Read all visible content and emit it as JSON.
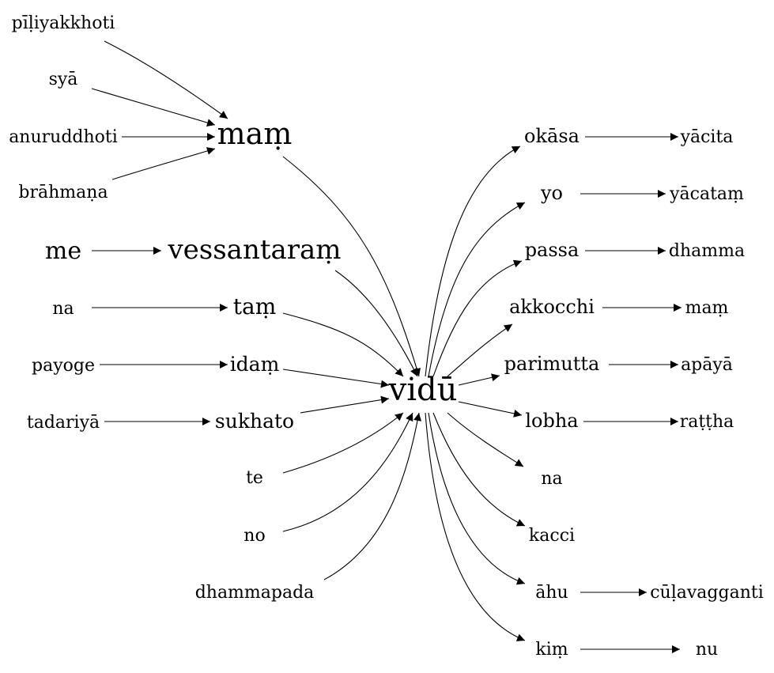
{
  "nodes": {
    "piliyakkhoti": "pīḷiyakkhoti",
    "sya": "syā",
    "anuruddhoti": "anuruddhoti",
    "brahmana": "brāhmaṇa",
    "mam_top": "maṃ",
    "me": "me",
    "vessantaram": "vessantaraṃ",
    "na_left": "na",
    "tam": "taṃ",
    "payoge": "payoge",
    "idam": "idaṃ",
    "tadariya": "tadariyā",
    "sukhato": "sukhato",
    "te": "te",
    "no": "no",
    "dhammapada": "dhammapada",
    "vidu": "vidū",
    "okasa": "okāsa",
    "yacita": "yācita",
    "yo": "yo",
    "yacatam": "yācataṃ",
    "passa": "passa",
    "dhamma": "dhamma",
    "akkocchi": "akkocchi",
    "mam_right": "maṃ",
    "parimutta": "parimutta",
    "apaya": "apāyā",
    "lobha": "lobha",
    "rattha": "raṭṭha",
    "na_right": "na",
    "kacci": "kacci",
    "ahu": "āhu",
    "culavagganti": "cūḷavagganti",
    "kim": "kiṃ",
    "nu": "nu"
  },
  "edges": [
    [
      "piliyakkhoti",
      "mam_top"
    ],
    [
      "sya",
      "mam_top"
    ],
    [
      "anuruddhoti",
      "mam_top"
    ],
    [
      "brahmana",
      "mam_top"
    ],
    [
      "mam_top",
      "vidu"
    ],
    [
      "me",
      "vessantaram"
    ],
    [
      "vessantaram",
      "vidu"
    ],
    [
      "na_left",
      "tam"
    ],
    [
      "tam",
      "vidu"
    ],
    [
      "payoge",
      "idam"
    ],
    [
      "idam",
      "vidu"
    ],
    [
      "tadariya",
      "sukhato"
    ],
    [
      "sukhato",
      "vidu"
    ],
    [
      "te",
      "vidu"
    ],
    [
      "no",
      "vidu"
    ],
    [
      "dhammapada",
      "vidu"
    ],
    [
      "vidu",
      "okasa"
    ],
    [
      "okasa",
      "yacita"
    ],
    [
      "vidu",
      "yo"
    ],
    [
      "yo",
      "yacatam"
    ],
    [
      "vidu",
      "passa"
    ],
    [
      "passa",
      "dhamma"
    ],
    [
      "vidu",
      "akkocchi"
    ],
    [
      "akkocchi",
      "mam_right"
    ],
    [
      "vidu",
      "parimutta"
    ],
    [
      "parimutta",
      "apaya"
    ],
    [
      "vidu",
      "lobha"
    ],
    [
      "lobha",
      "rattha"
    ],
    [
      "vidu",
      "na_right"
    ],
    [
      "vidu",
      "kacci"
    ],
    [
      "vidu",
      "ahu"
    ],
    [
      "ahu",
      "culavagganti"
    ],
    [
      "vidu",
      "kim"
    ],
    [
      "kim",
      "nu"
    ]
  ]
}
